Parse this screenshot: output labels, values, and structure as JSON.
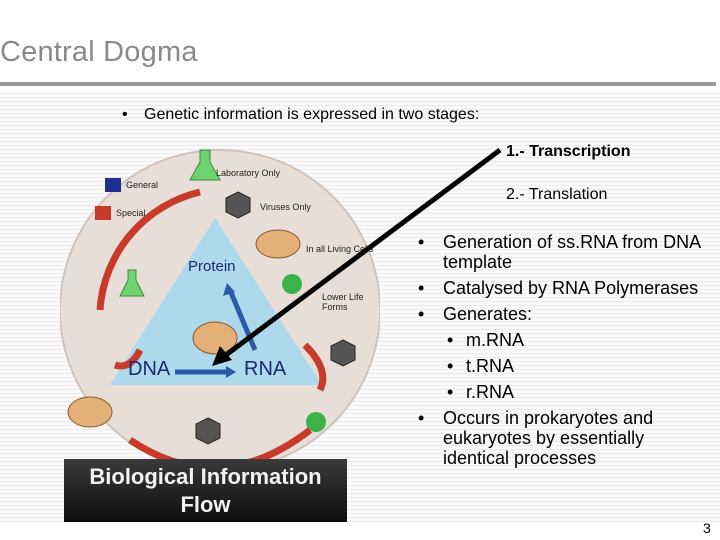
{
  "slide": {
    "title": "Central Dogma",
    "intro_bullet": "•",
    "intro": "Genetic information is expressed in two stages:",
    "stages": [
      "1.- Transcription",
      "2.- Translation"
    ],
    "points": [
      {
        "text": "Generation of ss.RNA from DNA template",
        "sub": []
      },
      {
        "text": "Catalysed by RNA Polymerases",
        "sub": []
      },
      {
        "text": "Generates:",
        "sub": [
          "m.RNA",
          "t.RNA",
          "r.RNA"
        ]
      },
      {
        "text": "Occurs in prokaryotes and eukaryotes by essentially identical processes",
        "sub": []
      }
    ],
    "page_number": "3"
  },
  "diagram": {
    "legend": [
      "General",
      "Special"
    ],
    "labels": {
      "laboratory": "Laboratory Only",
      "viruses": "Viruses Only",
      "all_living": "In all Living Cells",
      "lower_life": "Lower Life Forms",
      "protein": "Protein",
      "dna": "DNA",
      "rna": "RNA"
    },
    "banner": [
      "Biological Information",
      "Flow"
    ],
    "colors": {
      "general": "#1f2f8f",
      "special": "#c83a2a",
      "flow": "#2a5aa8",
      "triangle": "#9fd3ec"
    }
  }
}
